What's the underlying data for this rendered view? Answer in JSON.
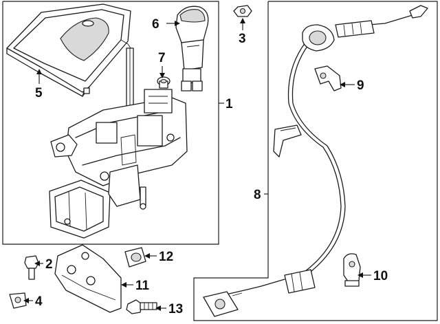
{
  "diagram": {
    "callouts": [
      {
        "id": "1",
        "text": "1"
      },
      {
        "id": "2",
        "text": "2"
      },
      {
        "id": "3",
        "text": "3"
      },
      {
        "id": "4",
        "text": "4"
      },
      {
        "id": "5",
        "text": "5"
      },
      {
        "id": "6",
        "text": "6"
      },
      {
        "id": "7",
        "text": "7"
      },
      {
        "id": "8",
        "text": "8"
      },
      {
        "id": "9",
        "text": "9"
      },
      {
        "id": "10",
        "text": "10"
      },
      {
        "id": "11",
        "text": "11"
      },
      {
        "id": "12",
        "text": "12"
      },
      {
        "id": "13",
        "text": "13"
      }
    ],
    "line_color": "#1a1a1a",
    "background": "#ffffff"
  }
}
